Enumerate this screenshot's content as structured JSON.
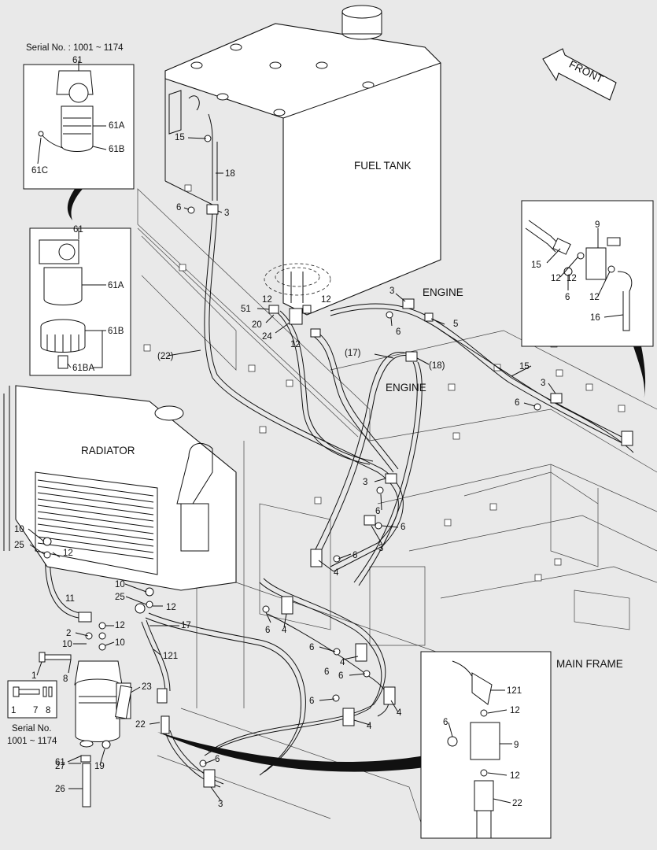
{
  "titles": {
    "fuel_tank": "FUEL TANK",
    "front": "FRONT",
    "engine_top": "ENGINE",
    "engine_mid": "ENGINE",
    "radiator": "RADIATOR",
    "main_frame": "MAIN FRAME",
    "serial_top": "Serial No. : 1001 ~ 1174",
    "serial_bottom_line1": "Serial No.",
    "serial_bottom_line2": "1001 ~ 1174"
  },
  "inset_filter_top": {
    "labels": [
      "61",
      "61A",
      "61B",
      "61C"
    ]
  },
  "inset_filter_exploded": {
    "labels": [
      "61",
      "61A",
      "61B",
      "61BA"
    ]
  },
  "inset_valve_right": {
    "labels": [
      "9",
      "15",
      "12",
      "6",
      "12",
      "16"
    ]
  },
  "inset_valve_bottom": {
    "labels": [
      "121",
      "12",
      "6",
      "9",
      "12",
      "22"
    ]
  },
  "inset_bolt": {
    "labels": [
      "1",
      "7",
      "8"
    ]
  },
  "callouts": [
    "15",
    "18",
    "6",
    "3",
    "51",
    "20",
    "24",
    "12",
    "12",
    "12",
    "12",
    "3",
    "6",
    "5",
    "(22)",
    "(17)",
    "(18)",
    "15",
    "3",
    "6",
    "3",
    "6",
    "6",
    "3",
    "6",
    "4",
    "10",
    "25",
    "12",
    "11",
    "10",
    "25",
    "12",
    "2",
    "12",
    "10",
    "10",
    "8",
    "17",
    "121",
    "23",
    "22",
    "61",
    "27",
    "19",
    "26",
    "1",
    "6",
    "4",
    "6",
    "6",
    "4",
    "6",
    "4",
    "6",
    "4",
    "3",
    "6"
  ]
}
